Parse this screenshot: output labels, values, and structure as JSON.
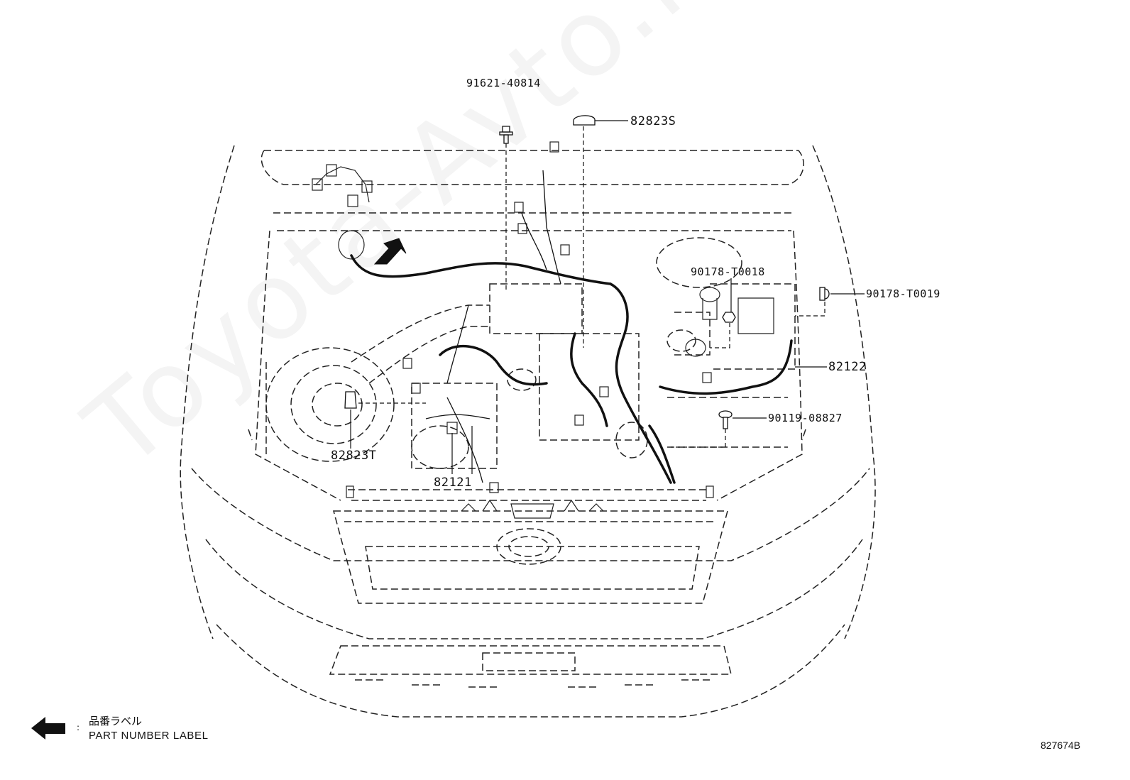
{
  "watermark": "Toyota-Avto.ru",
  "parts": {
    "p91621": "91621-40814",
    "p82823S": "82823S",
    "p90178_T0018": "90178-T0018",
    "p90178_T0019": "90178-T0019",
    "p82122": "82122",
    "p90119": "90119-08827",
    "p82823T": "82823T",
    "p82121": "82121"
  },
  "legend": {
    "jp": "品番ラベル",
    "colon": ":",
    "en": "PART NUMBER LABEL"
  },
  "diagram_code": "827674B"
}
